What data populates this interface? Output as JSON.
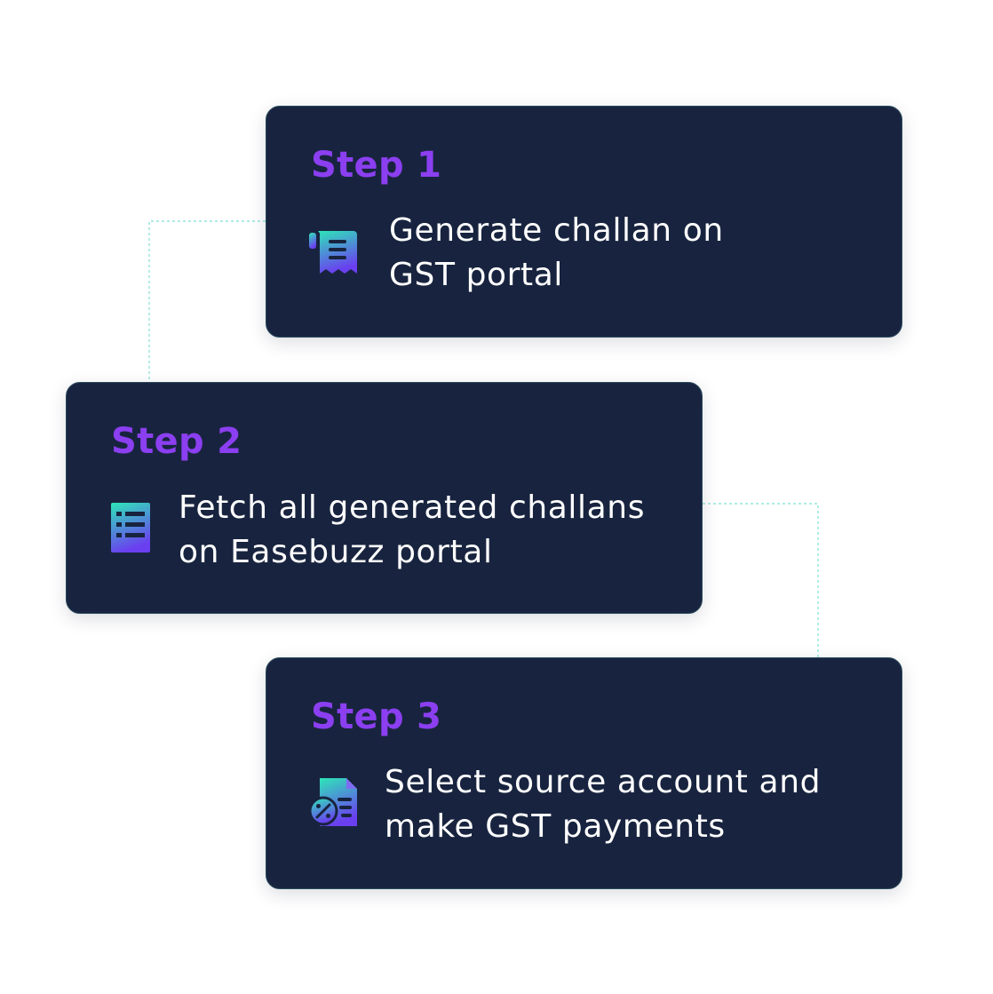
{
  "steps": [
    {
      "title": "Step 1",
      "icon": "receipt-icon",
      "line1": "Generate challan on",
      "line2": "GST portal"
    },
    {
      "title": "Step 2",
      "icon": "list-document-icon",
      "line1": "Fetch all generated challans",
      "line2": "on Easebuzz portal"
    },
    {
      "title": "Step 3",
      "icon": "invoice-percent-icon",
      "line1": "Select source account and",
      "line2": "make GST payments"
    }
  ],
  "colors": {
    "card_background": "#18243f",
    "title": "#8b3ff0",
    "text": "#ffffff",
    "connector": "#7fe0d6",
    "icon_gradient_start": "#2ee6b8",
    "icon_gradient_end": "#6a3ff0"
  }
}
